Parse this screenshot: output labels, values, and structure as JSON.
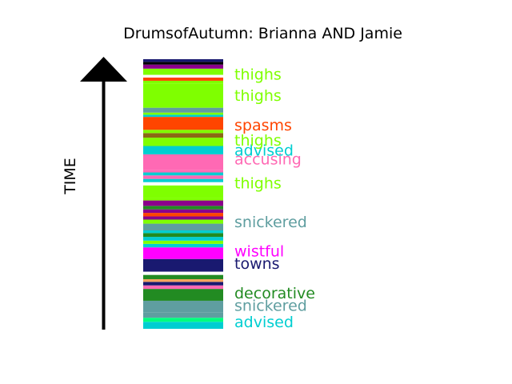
{
  "chart_data": {
    "type": "bar",
    "title": "DrumsofAutumn: Brianna AND Jamie",
    "ylabel": "TIME",
    "ylim": [
      0,
      100
    ],
    "stripes": [
      {
        "start": 0.0,
        "end": 2.6,
        "color": "#00CED1"
      },
      {
        "start": 2.6,
        "end": 4.1,
        "color": "#00FF7F"
      },
      {
        "start": 4.1,
        "end": 6.0,
        "color": "#5F9EA0"
      },
      {
        "start": 6.0,
        "end": 10.4,
        "color": "#5F9EA0"
      },
      {
        "start": 10.4,
        "end": 14.8,
        "color": "#228B22"
      },
      {
        "start": 14.8,
        "end": 16.1,
        "color": "#FF69B4"
      },
      {
        "start": 16.1,
        "end": 17.4,
        "color": "#191970"
      },
      {
        "start": 17.4,
        "end": 18.4,
        "color": "#F4A460"
      },
      {
        "start": 18.4,
        "end": 20.0,
        "color": "#228B22"
      },
      {
        "start": 20.0,
        "end": 21.2,
        "color": "#FFFFFF"
      },
      {
        "start": 21.2,
        "end": 25.9,
        "color": "#191970"
      },
      {
        "start": 25.9,
        "end": 30.2,
        "color": "#FF00FF"
      },
      {
        "start": 30.2,
        "end": 31.5,
        "color": "#00CED1"
      },
      {
        "start": 31.5,
        "end": 32.7,
        "color": "#7FFF00"
      },
      {
        "start": 32.7,
        "end": 34.1,
        "color": "#00CED1"
      },
      {
        "start": 34.1,
        "end": 35.5,
        "color": "#228B22"
      },
      {
        "start": 35.5,
        "end": 36.5,
        "color": "#00CED1"
      },
      {
        "start": 36.5,
        "end": 39.0,
        "color": "#5F9EA0"
      },
      {
        "start": 39.0,
        "end": 40.5,
        "color": "#7FFF00"
      },
      {
        "start": 40.5,
        "end": 41.7,
        "color": "#8B008B"
      },
      {
        "start": 41.7,
        "end": 43.0,
        "color": "#FF4500"
      },
      {
        "start": 43.0,
        "end": 44.3,
        "color": "#8B008B"
      },
      {
        "start": 44.3,
        "end": 45.6,
        "color": "#228B22"
      },
      {
        "start": 45.6,
        "end": 47.6,
        "color": "#8B008B"
      },
      {
        "start": 47.6,
        "end": 48.5,
        "color": "#7FFF00"
      },
      {
        "start": 48.5,
        "end": 53.2,
        "color": "#7FFF00"
      },
      {
        "start": 53.2,
        "end": 54.4,
        "color": "#FFFFFF"
      },
      {
        "start": 54.4,
        "end": 55.6,
        "color": "#00CED1"
      },
      {
        "start": 55.6,
        "end": 56.9,
        "color": "#FF69B4"
      },
      {
        "start": 56.9,
        "end": 58.0,
        "color": "#00CED1"
      },
      {
        "start": 58.0,
        "end": 59.0,
        "color": "#FF69B4"
      },
      {
        "start": 59.0,
        "end": 64.7,
        "color": "#FF69B4"
      },
      {
        "start": 64.7,
        "end": 67.8,
        "color": "#00CED1"
      },
      {
        "start": 67.8,
        "end": 70.9,
        "color": "#7FFF00"
      },
      {
        "start": 70.9,
        "end": 72.6,
        "color": "#8B6914"
      },
      {
        "start": 72.6,
        "end": 73.8,
        "color": "#7FFF00"
      },
      {
        "start": 73.8,
        "end": 78.6,
        "color": "#FF4500"
      },
      {
        "start": 78.6,
        "end": 79.4,
        "color": "#00CED1"
      },
      {
        "start": 79.4,
        "end": 80.2,
        "color": "#7FFF00"
      },
      {
        "start": 80.2,
        "end": 82.0,
        "color": "#5F9EA0"
      },
      {
        "start": 82.0,
        "end": 91.0,
        "color": "#7FFF00"
      },
      {
        "start": 91.0,
        "end": 92.0,
        "color": "#7FFF00"
      },
      {
        "start": 92.0,
        "end": 93.2,
        "color": "#FF4500"
      },
      {
        "start": 93.2,
        "end": 94.2,
        "color": "#FFFFFF"
      },
      {
        "start": 94.2,
        "end": 96.5,
        "color": "#7FFF00"
      },
      {
        "start": 96.5,
        "end": 98.0,
        "color": "#8B008B"
      },
      {
        "start": 98.0,
        "end": 99.0,
        "color": "#000000"
      },
      {
        "start": 99.0,
        "end": 100.0,
        "color": "#191970"
      }
    ],
    "annotations": [
      {
        "text": "advised",
        "y": 2.4,
        "color": "#00CED1"
      },
      {
        "text": "snickered",
        "y": 8.4,
        "color": "#5F9EA0"
      },
      {
        "text": "decorative",
        "y": 13.0,
        "color": "#228B22"
      },
      {
        "text": "towns",
        "y": 24.0,
        "color": "#191970"
      },
      {
        "text": "wistful",
        "y": 28.6,
        "color": "#FF00FF"
      },
      {
        "text": "snickered",
        "y": 39.4,
        "color": "#5F9EA0"
      },
      {
        "text": "thighs",
        "y": 53.8,
        "color": "#7FFF00"
      },
      {
        "text": "accusing",
        "y": 62.7,
        "color": "#FF69B4"
      },
      {
        "text": "advised",
        "y": 66.0,
        "color": "#00CED1"
      },
      {
        "text": "thighs",
        "y": 69.8,
        "color": "#7FFF00"
      },
      {
        "text": "spasms",
        "y": 75.3,
        "color": "#FF4500"
      },
      {
        "text": "thighs",
        "y": 86.4,
        "color": "#7FFF00"
      },
      {
        "text": "thighs",
        "y": 94.2,
        "color": "#7FFF00"
      }
    ]
  }
}
